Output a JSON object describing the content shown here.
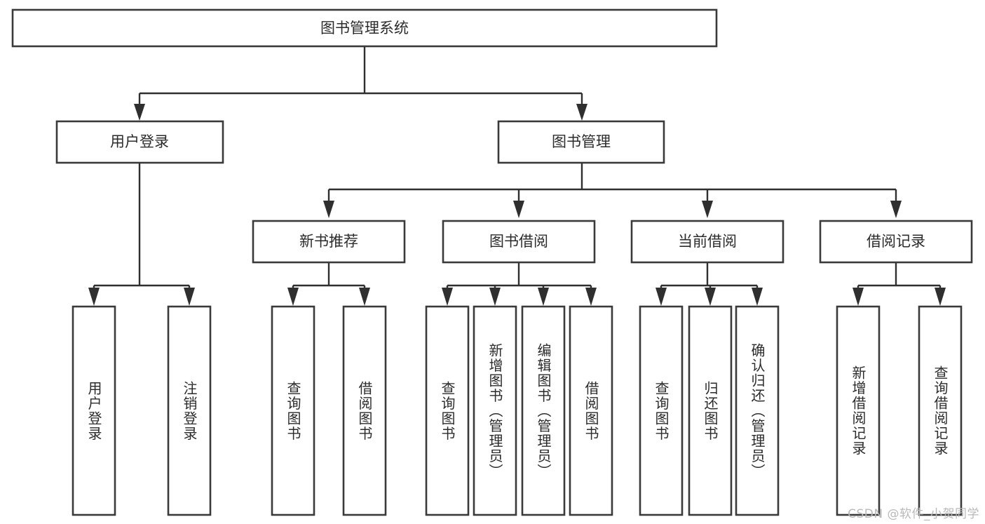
{
  "diagram": {
    "type": "hierarchy-tree",
    "title": "图书管理系统",
    "orientation": "top-down",
    "colors": {
      "box_stroke": "#3a3a3a",
      "box_fill": "#ffffff",
      "edge": "#2f2f2f",
      "text": "#2b2b2b",
      "watermark": "#b9b9b9",
      "background": "#ffffff"
    },
    "levels": {
      "root": {
        "label": "图书管理系统"
      },
      "level2": [
        {
          "label": "用户登录"
        },
        {
          "label": "图书管理"
        }
      ],
      "level3": [
        {
          "label": "新书推荐"
        },
        {
          "label": "图书借阅"
        },
        {
          "label": "当前借阅"
        },
        {
          "label": "借阅记录"
        }
      ],
      "leaves": {
        "user_login": [
          {
            "label": "用户登录"
          },
          {
            "label": "注销登录"
          }
        ],
        "new_book_recommend": [
          {
            "label": "查询图书"
          },
          {
            "label": "借阅图书"
          }
        ],
        "book_borrow": [
          {
            "label": "查询图书"
          },
          {
            "label": "新增图书（管理员）"
          },
          {
            "label": "编辑图书（管理员）"
          },
          {
            "label": "借阅图书"
          }
        ],
        "current_borrow": [
          {
            "label": "查询图书"
          },
          {
            "label": "归还图书"
          },
          {
            "label": "确认归还（管理员）"
          }
        ],
        "borrow_record": [
          {
            "label": "新增借阅记录"
          },
          {
            "label": "查询借阅记录"
          }
        ]
      }
    }
  },
  "watermark": {
    "text": "CSDN @软件_小贺同学"
  }
}
